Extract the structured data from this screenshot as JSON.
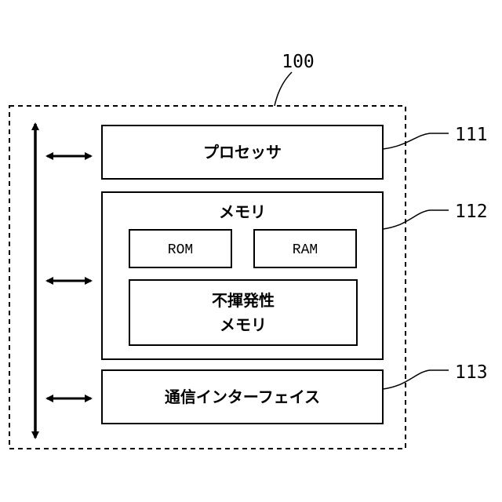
{
  "device": {
    "ref": "100"
  },
  "processor": {
    "label": "プロセッサ",
    "ref": "111"
  },
  "memory": {
    "label": "メモリ",
    "ref": "112",
    "rom_label": "ROM",
    "ram_label": "RAM",
    "nonvolatile_line1": "不揮発性",
    "nonvolatile_line2": "メモリ"
  },
  "comm_interface": {
    "label": "通信インターフェイス",
    "ref": "113"
  }
}
